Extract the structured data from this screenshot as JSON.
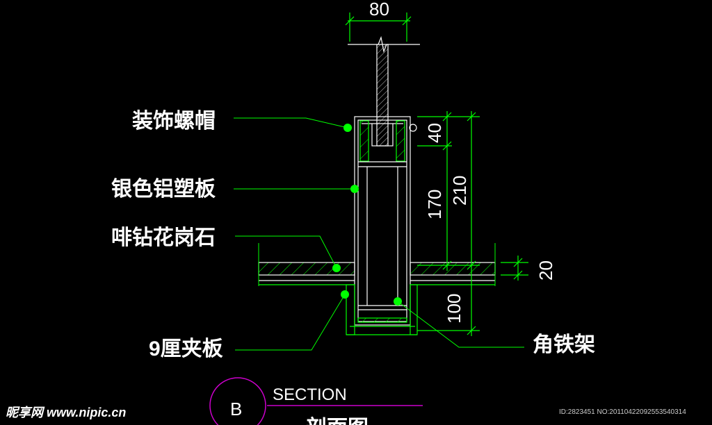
{
  "labels": {
    "decorative_cap_nut": "装饰螺帽",
    "silver_aluminum_panel": "银色铝塑板",
    "coffee_diamond_granite": "啡钻花岗石",
    "plywood_9mm": "9厘夹板",
    "angle_iron_frame": "角铁架"
  },
  "dimensions": {
    "glass_width": "80",
    "cap_height": "40",
    "panel_height": "170",
    "total_height": "210",
    "stone_thickness": "20",
    "embed_depth": "100"
  },
  "section": {
    "label": "SECTION",
    "marker": "B",
    "subtitle": "剖面图"
  },
  "watermark": {
    "site": "昵享网 www.nipic.cn",
    "id_text": "ID:2823451 NO:20110422092553540314"
  },
  "colors": {
    "background": "#000000",
    "line_green": "#00ff00",
    "drawing_white": "#ffffff",
    "dot_green": "#00ff00",
    "section_magenta": "#cc00cc"
  }
}
